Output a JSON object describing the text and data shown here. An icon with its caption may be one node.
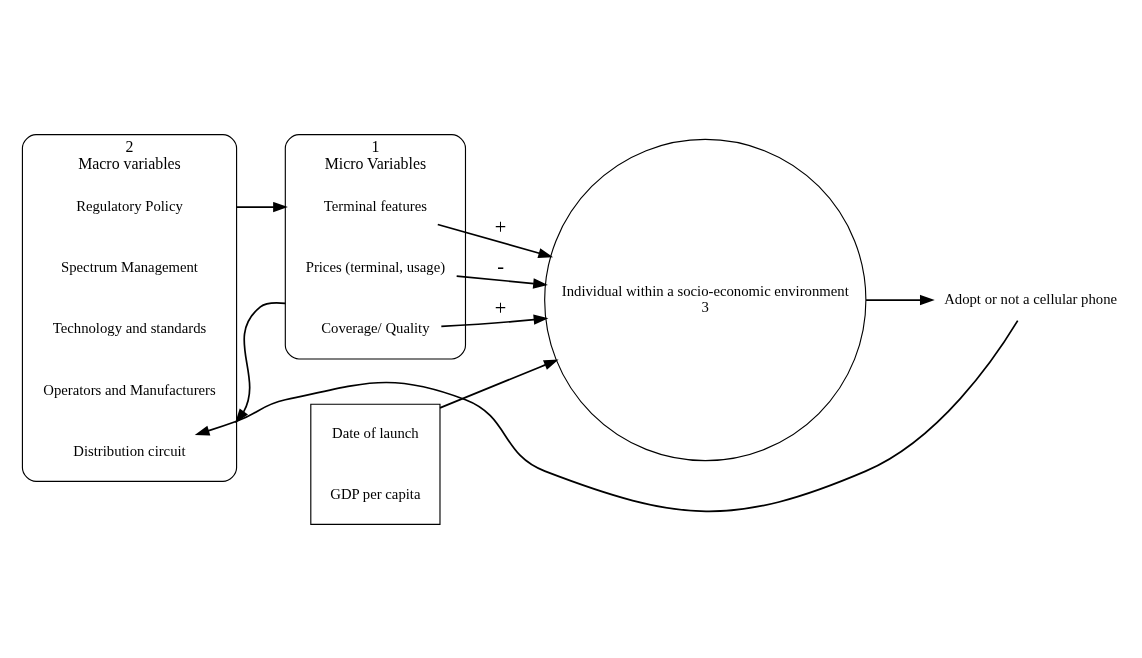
{
  "diagram": {
    "nodes": [
      {
        "text": [
          "2",
          "Macro variables"
        ]
      },
      {
        "text": [
          "Regulatory Policy"
        ],
        "in": 0
      },
      {
        "text": [
          "Spectrum Management"
        ],
        "in": 0
      },
      {
        "text": [
          "Technology and standards"
        ],
        "in": 0
      },
      {
        "text": [
          "Operators and Manufacturers"
        ],
        "in": 0
      },
      {
        "text": [
          "Distribution circuit"
        ],
        "in": 0
      },
      {
        "text": [
          "1",
          "Micro Variables"
        ]
      },
      {
        "text": [
          "Terminal features"
        ],
        "in": 6
      },
      {
        "text": [
          "Prices (terminal, usage)"
        ],
        "in": 6
      },
      {
        "text": [
          "Coverage/ Quality"
        ],
        "in": 6
      },
      {
        "text": [],
        "shape": "bracket"
      },
      {
        "text": [
          "Date of launch"
        ],
        "in": 10
      },
      {
        "text": [
          "GDP per capita"
        ],
        "in": 10
      },
      {
        "text": [
          "Individual within a socio-economic environment",
          "3"
        ]
      },
      {
        "text": [
          "Adopt or not a cellular phone"
        ]
      }
    ],
    "edges": [
      {
        "from": 0,
        "to": 6,
        "arrow": "to"
      },
      {
        "from": 6,
        "to": 0,
        "arrow": "to"
      },
      {
        "from": 10,
        "to": 13,
        "arrow": "to"
      },
      {
        "from": 7,
        "to": 13,
        "arrow": "to",
        "label": "+"
      },
      {
        "from": 8,
        "to": 13,
        "arrow": "to",
        "label": "-"
      },
      {
        "from": 9,
        "to": 13,
        "arrow": "to",
        "label": "+"
      },
      {
        "from": 13,
        "to": 14,
        "arrow": "to"
      },
      {
        "from": 14,
        "to": 5,
        "arrow": "to"
      }
    ]
  }
}
